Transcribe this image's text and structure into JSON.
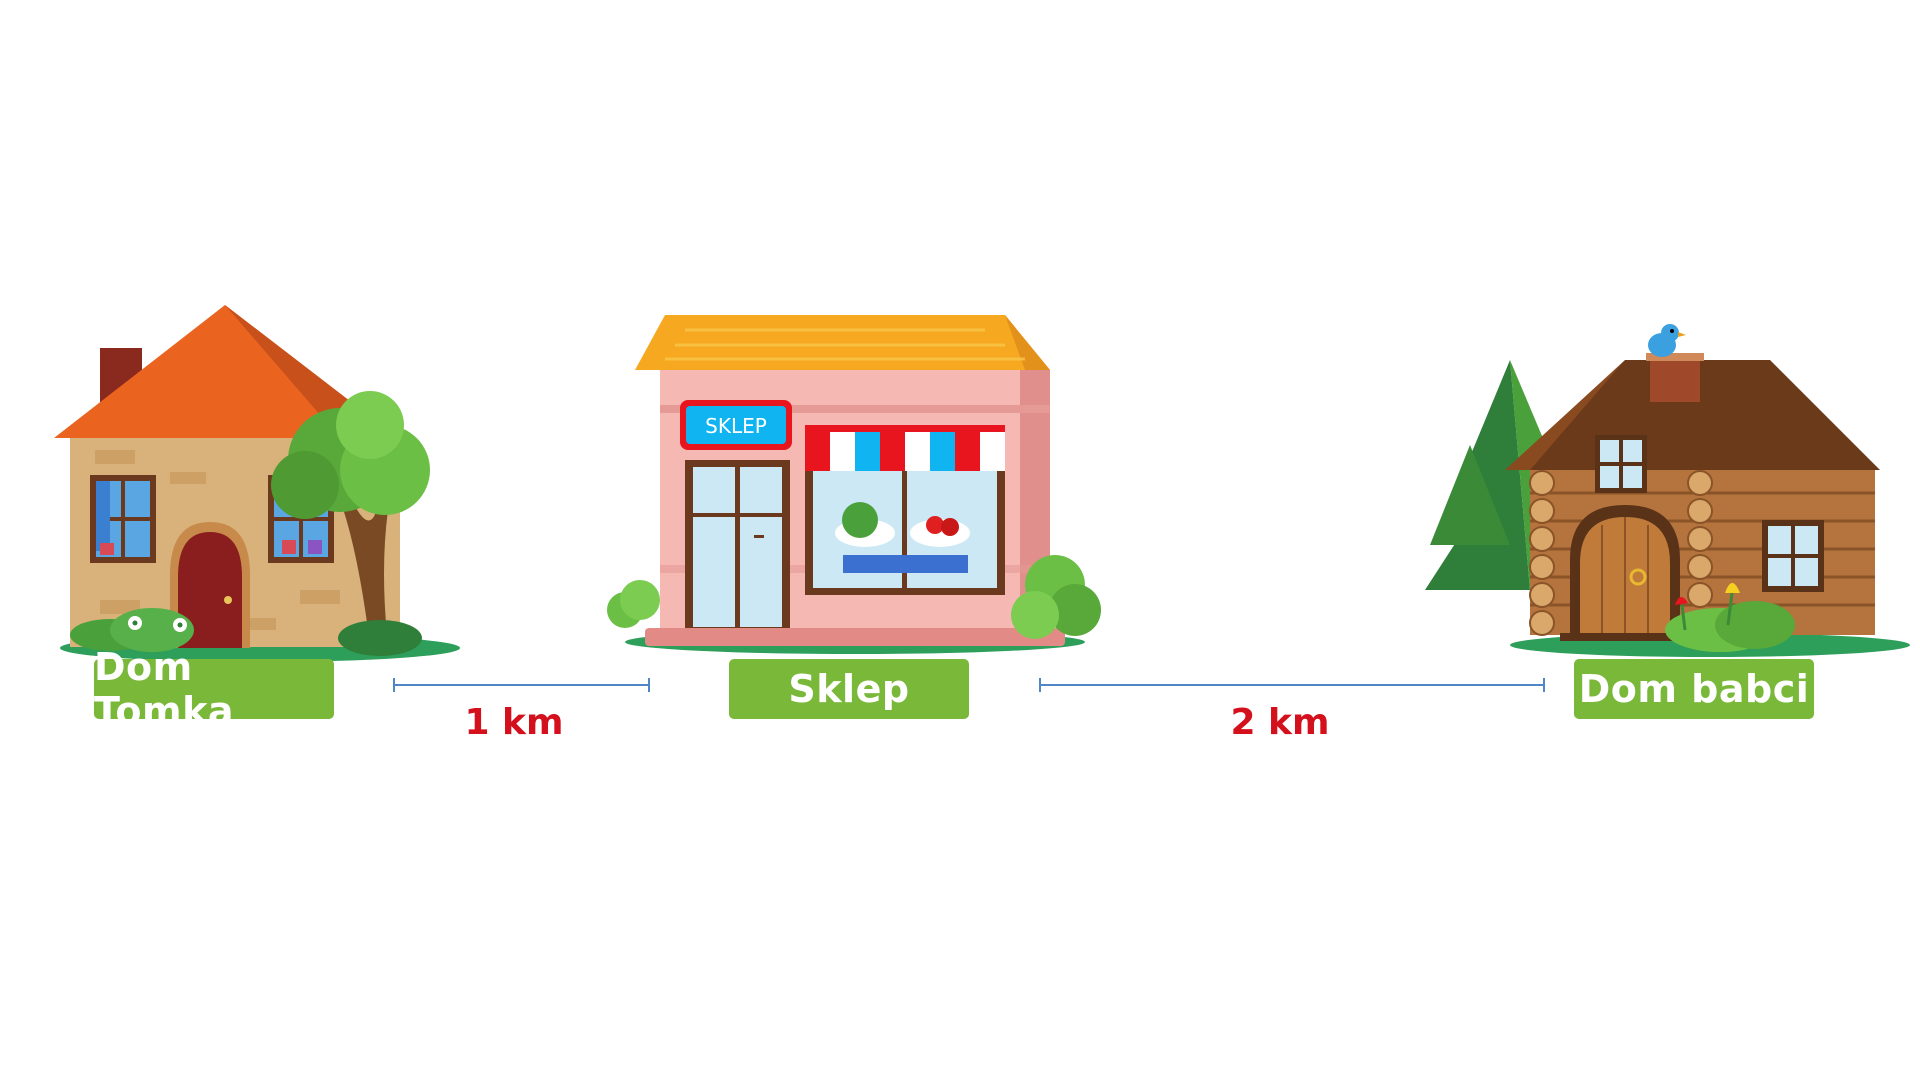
{
  "places": [
    {
      "label": "Dom Tomka",
      "color": "#7ab83a"
    },
    {
      "label": "Sklep",
      "sign": "SKLEP",
      "color": "#7ab83a"
    },
    {
      "label": "Dom babci",
      "color": "#7ab83a"
    }
  ],
  "distances": [
    {
      "label": "1 km",
      "color": "#d3101c"
    },
    {
      "label": "2 km",
      "color": "#d3101c"
    }
  ],
  "ruler_color": "#4f86c6",
  "icons": [
    "brick-house-icon",
    "shop-icon",
    "log-cabin-icon",
    "tree-icon",
    "pine-tree-icon",
    "bird-icon"
  ]
}
